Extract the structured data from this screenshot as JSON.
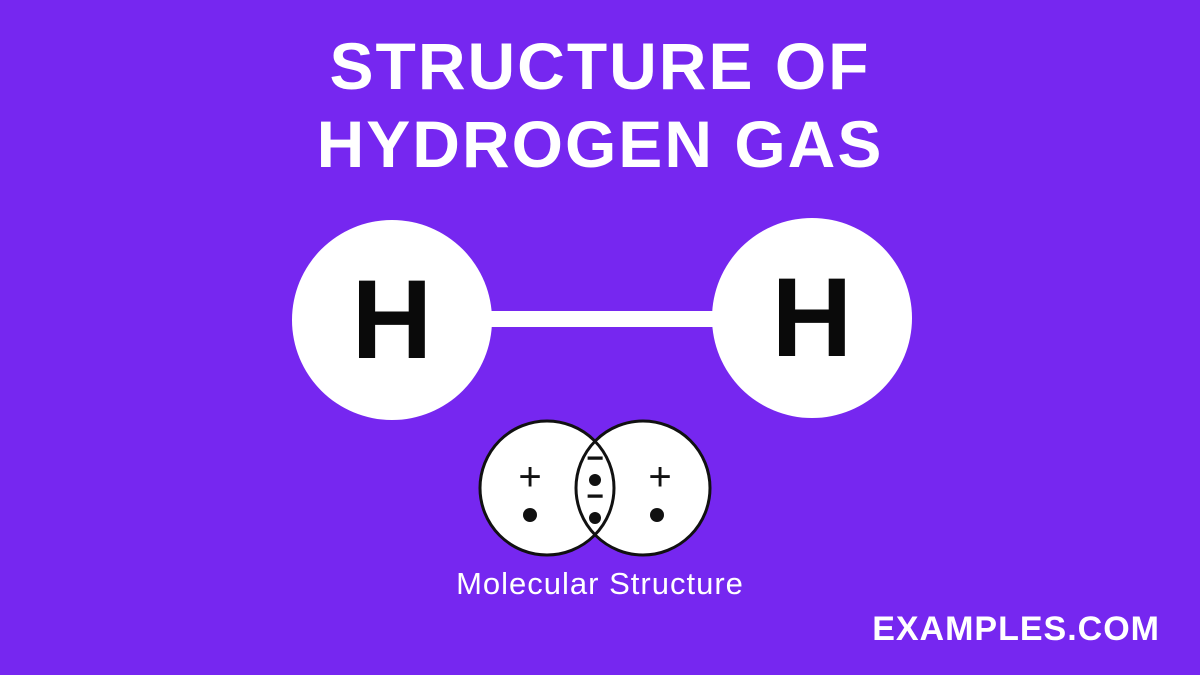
{
  "background_color": "#7627f0",
  "title": {
    "line1": "STRUCTURE OF",
    "line2": "HYDROGEN GAS"
  },
  "molecule": {
    "left_atom": "H",
    "right_atom": "H"
  },
  "orbital_diagram": {
    "left_nucleus_symbol": "+",
    "right_nucleus_symbol": "+",
    "shared_electron_symbols": [
      "−",
      "−"
    ]
  },
  "caption": "Molecular Structure",
  "branding": "EXAMPLES.COM"
}
